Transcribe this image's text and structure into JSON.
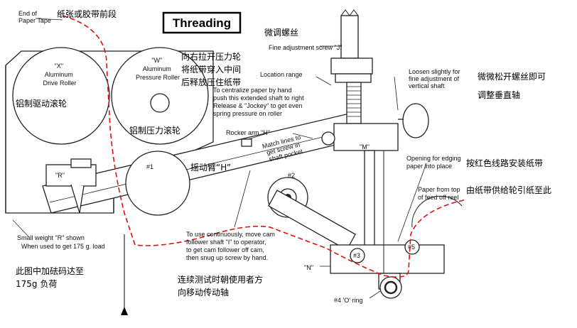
{
  "title": "Threading",
  "labels": {
    "end_of_tape": [
      "End of",
      "Paper Tape"
    ],
    "roller_x": [
      "\"X\"",
      "Aluminum",
      "Drive Roller"
    ],
    "roller_w": [
      "\"W\"",
      "Aluminum",
      "Pressure Roller"
    ],
    "fine_screw": "Fine adjustment screw \"J\"",
    "location_range": "Location range",
    "loosen": [
      "Loosen slightly for",
      "fine adjustment of",
      "vertical shaft"
    ],
    "centralize": [
      "To centralize paper by hand",
      "push this extended shaft to right",
      "Release & \"Jockey\" to get even",
      "spring pressure on roller"
    ],
    "rocker_arm": "Rocker arm \"H\"",
    "match_lines": [
      "Match lines to",
      "get screw in",
      "shaft pocket"
    ],
    "m": "\"M\"",
    "r": "\"R\"",
    "n1": "#1",
    "n2": "#2",
    "n3": "#3",
    "n5": "#5",
    "opening": [
      "Opening for edging",
      "paper into place"
    ],
    "paper_from_top": [
      "Paper from top",
      "of feed off reel"
    ],
    "small_weight": [
      "Small weight \"R\" shown",
      "When used to get 175 g. load"
    ],
    "use_continuously": [
      "To use continuously, move cam",
      "follower shaft \"I\" to operator,",
      "to get cam follower off cam,",
      "then snug up screw by hand."
    ],
    "n_label": "\"N\"",
    "o_ring": "#4 'O' ring"
  },
  "annotations_cn": {
    "tape_end": "纸张或胶带前段",
    "fine_screw": "微调螺丝",
    "pull_roller": [
      "向右拉开压力轮",
      "将纸带穿入中间",
      "后释放压住纸带"
    ],
    "loosen": [
      "微微松开螺丝即可",
      "调整垂直轴"
    ],
    "drive_roller": "铝制驱动滚轮",
    "pressure_roller": "铝制压力滚轮",
    "rocker": "摇动臂“H”",
    "red_line": "按红色线路安装纸带",
    "feed": "由纸带供给轮引纸至此",
    "weight": [
      "此图中加砝码达至",
      "175g 负荷"
    ],
    "continuous": [
      "连续测试时朝使用者方",
      "向移动传动轴"
    ]
  },
  "colors": {
    "tape_path": "#dd1111",
    "ink": "#111111",
    "background": "#ffffff"
  }
}
